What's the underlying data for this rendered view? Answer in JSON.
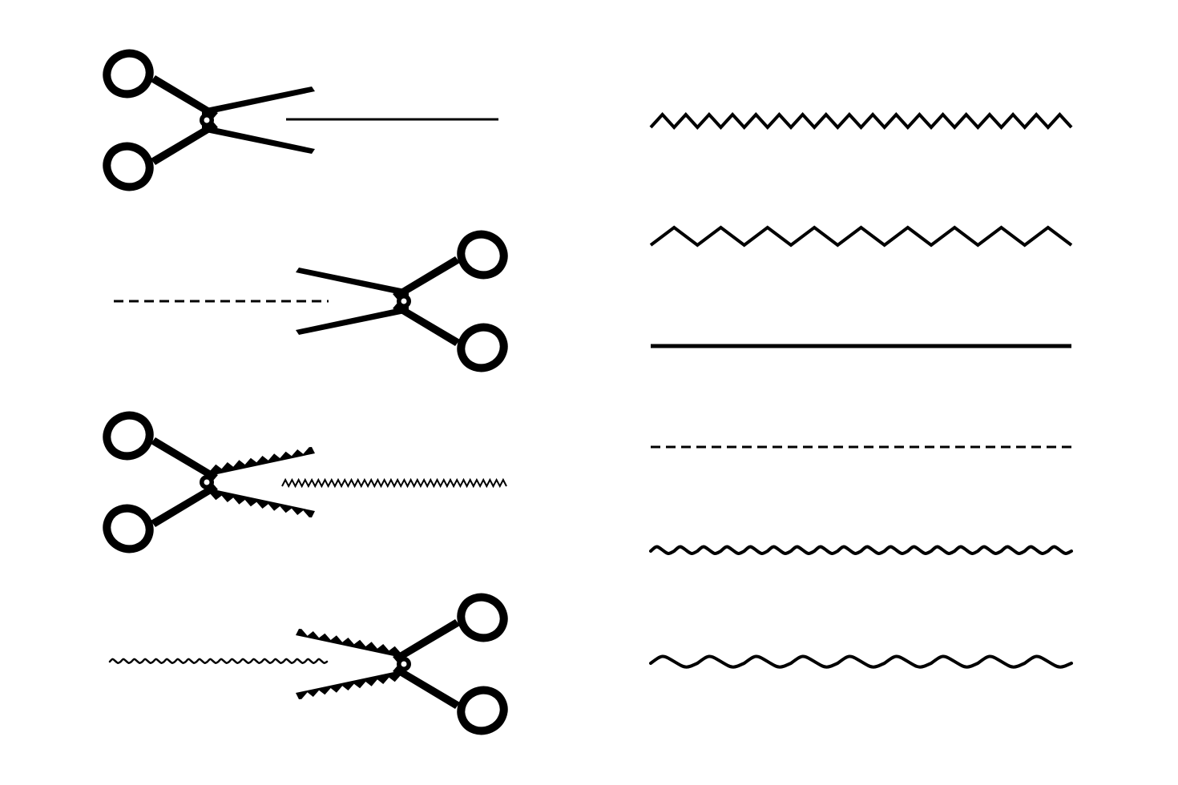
{
  "colors": {
    "background": "#ffffff",
    "ink": "#000000",
    "pivot": "#ffffff"
  },
  "scissor_sets": [
    {
      "name": "scissors-straight-solid-cut",
      "blade": "straight",
      "facing": "right",
      "cut_line": "solid"
    },
    {
      "name": "scissors-straight-dashed-cut",
      "blade": "straight",
      "facing": "left",
      "cut_line": "dashed"
    },
    {
      "name": "scissors-zigzag-blade-cut",
      "blade": "serrated",
      "facing": "right",
      "cut_line": "zigzag"
    },
    {
      "name": "scissors-wavy-blade-cut",
      "blade": "serrated",
      "facing": "left",
      "cut_line": "wavy"
    }
  ],
  "cut_lines": [
    {
      "name": "fine-zigzag-line",
      "style": "zigzag",
      "count": 18
    },
    {
      "name": "coarse-zigzag-line",
      "style": "zigzag",
      "count": 9
    },
    {
      "name": "solid-line",
      "style": "solid"
    },
    {
      "name": "dashed-line",
      "style": "dashed"
    },
    {
      "name": "fine-wavy-line",
      "style": "wavy",
      "count": 18
    },
    {
      "name": "coarse-wavy-line",
      "style": "wavy",
      "count": 9
    }
  ]
}
